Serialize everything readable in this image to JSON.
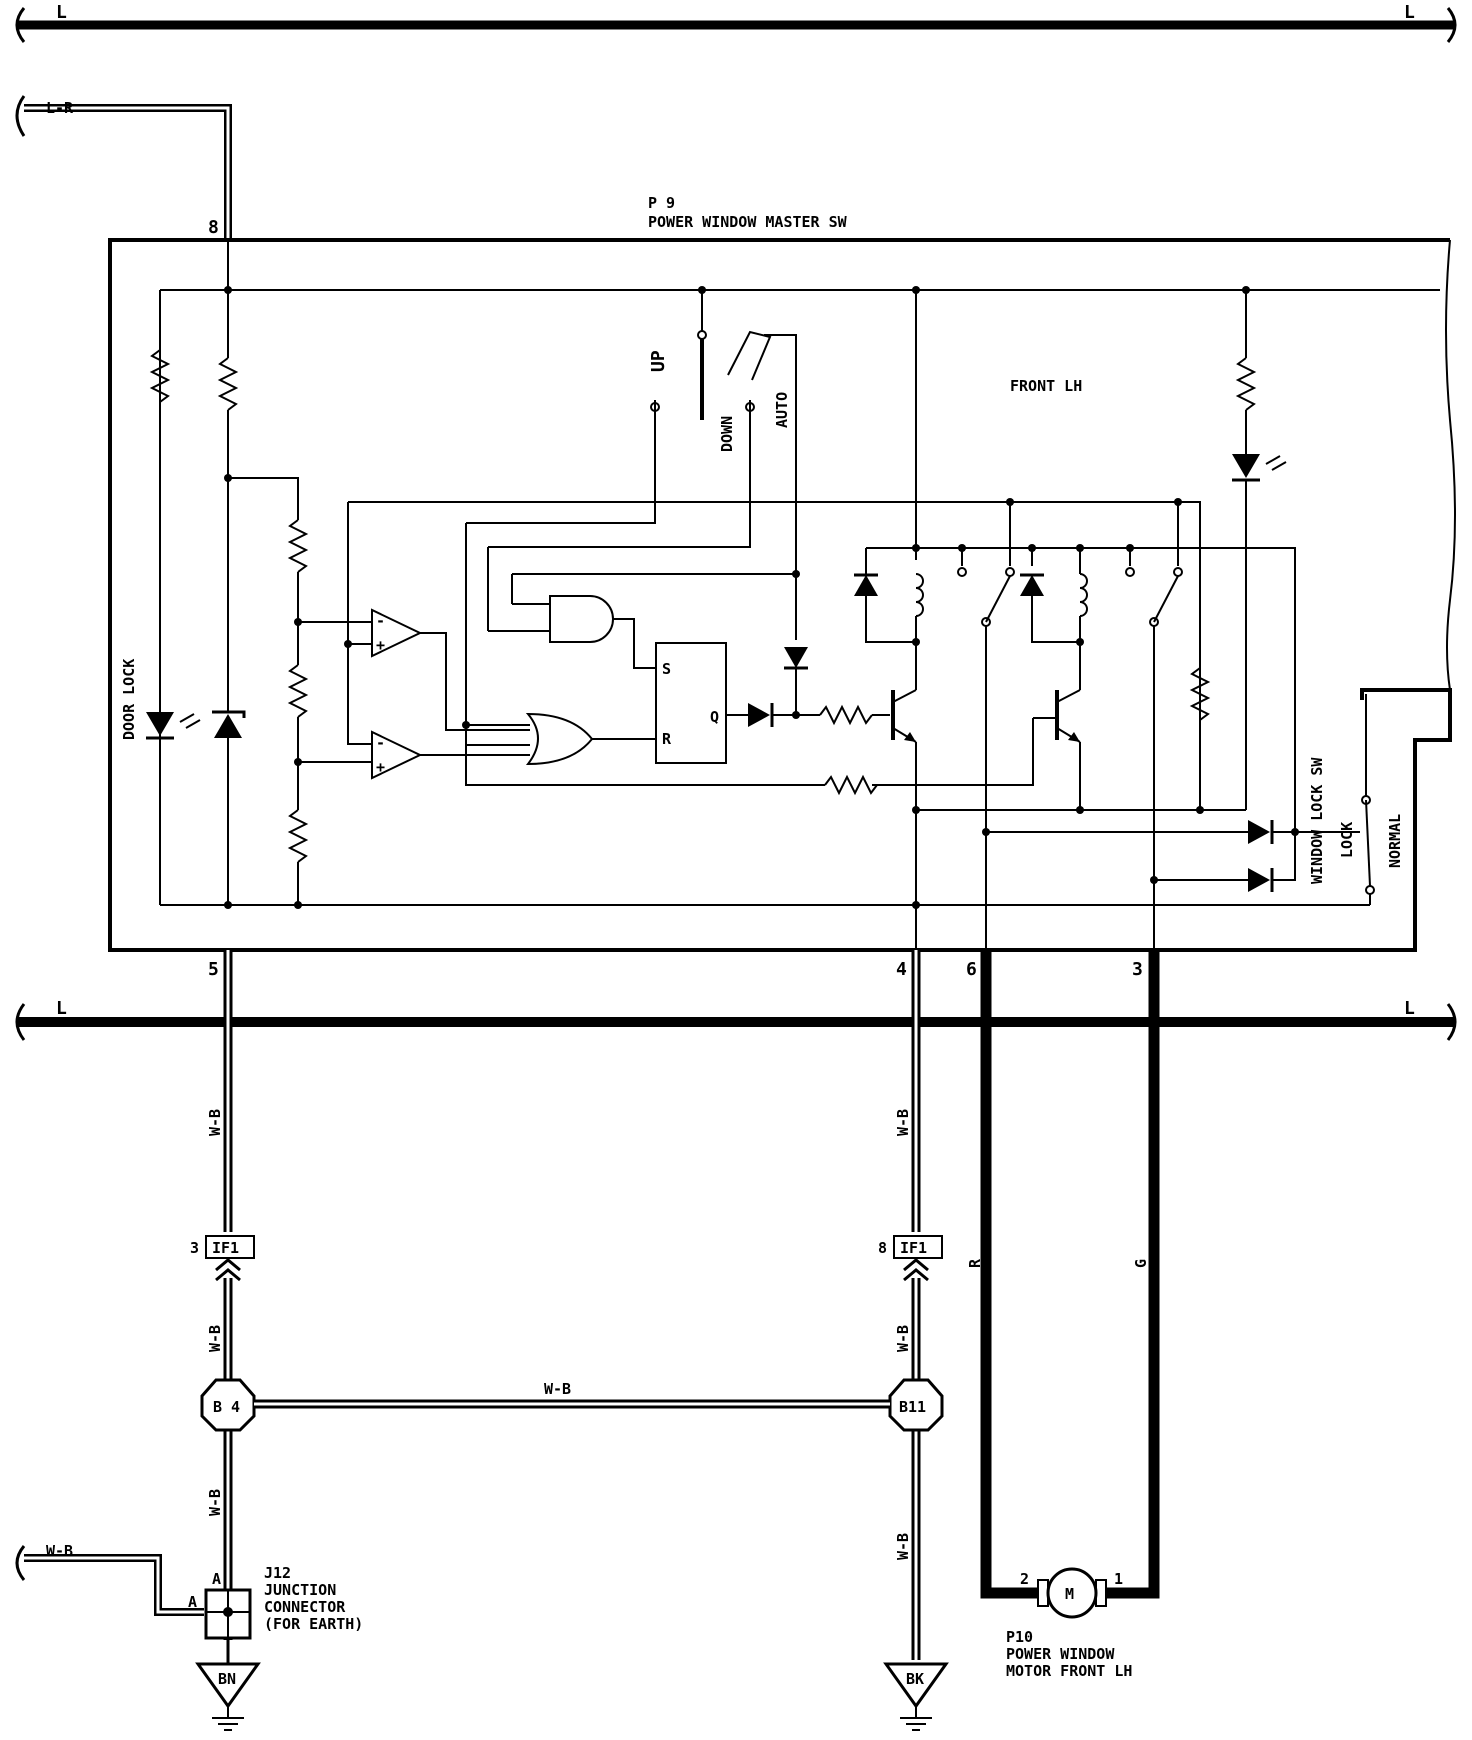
{
  "bus": {
    "top_left": "L",
    "top_right": "L",
    "mid_left": "L",
    "mid_right": "L"
  },
  "feed": {
    "lr": "L-R",
    "wb_left": "W-B"
  },
  "p9": {
    "code": "P 9",
    "name": "POWER WINDOW MASTER SW",
    "section": "FRONT LH",
    "door_lock": "DOOR LOCK",
    "window_lock_sw": "WINDOW LOCK SW",
    "lock": "LOCK",
    "normal": "NORMAL",
    "up": "UP",
    "down": "DOWN",
    "auto": "AUTO",
    "ff_s": "S",
    "ff_r": "R",
    "ff_q": "Q",
    "opamp_minus": "-",
    "opamp_plus": "+",
    "pins": {
      "p8": "8",
      "p5": "5",
      "p4": "4",
      "p6": "6",
      "p3": "3"
    }
  },
  "wires": {
    "wb": "W-B",
    "r": "R",
    "g": "G"
  },
  "if1": {
    "label": "IF1",
    "left_pin": "3",
    "right_pin": "8"
  },
  "splices": {
    "b4": "B 4",
    "b11": "B11"
  },
  "j12": {
    "code": "J12",
    "line1": "JUNCTION",
    "line2": "CONNECTOR",
    "line3": "(FOR EARTH)",
    "pin_a_top": "A",
    "pin_a_left": "A"
  },
  "grounds": {
    "bn": "BN",
    "bk": "BK"
  },
  "p10": {
    "code": "P10",
    "line1": "POWER WINDOW",
    "line2": "MOTOR FRONT LH",
    "motor": "M",
    "pin2": "2",
    "pin1": "1"
  }
}
